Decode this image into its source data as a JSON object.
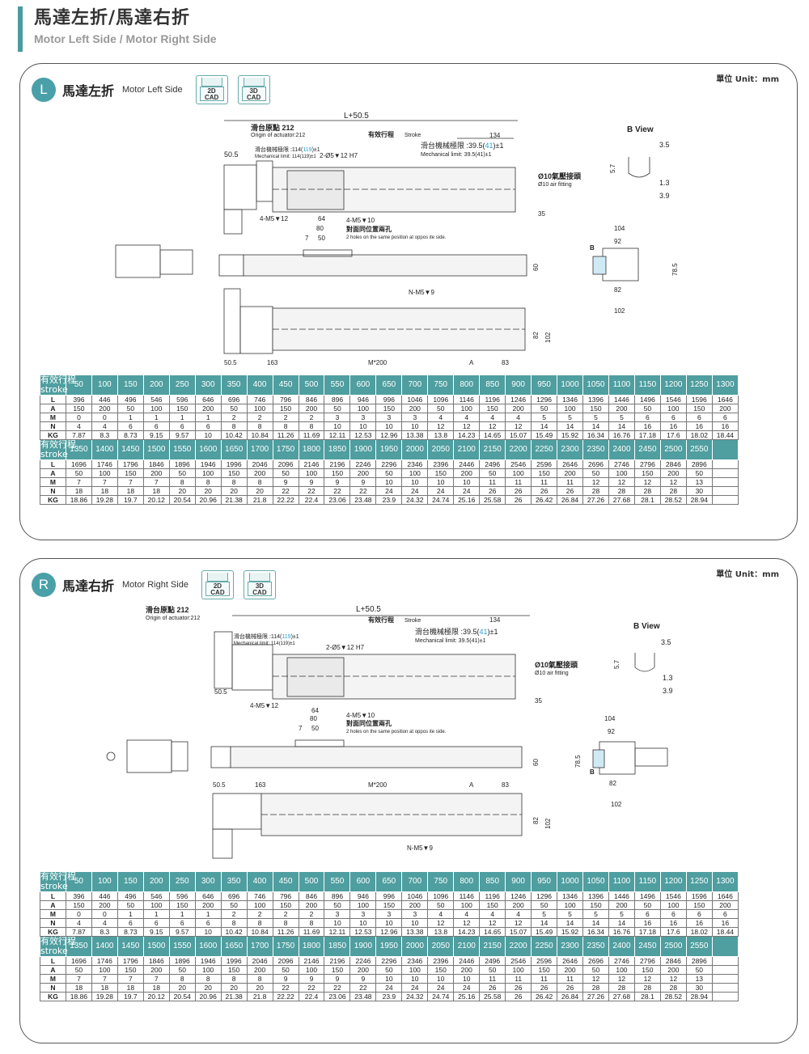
{
  "header": {
    "title_zh": "馬達左折/馬達右折",
    "title_en": "Motor Left Side / Motor Right Side"
  },
  "unit_label": "單位 Unit：mm",
  "cad": {
    "d2_top": "2D",
    "d2_bot": "CAD",
    "d3_top": "3D",
    "d3_bot": "CAD"
  },
  "left": {
    "badge": "L",
    "title_zh": "馬達左折",
    "title_en": "Motor Left Side",
    "labels": {
      "l50": "L+50.5",
      "origin_zh": "滑台原點 212",
      "origin_en": "Origin of actuator:212",
      "stroke_zh": "有效行程",
      "stroke_en": "Stroke",
      "mech_l_zh": "滑台機械極限 :114(",
      "mech_l_hl": "119",
      "mech_l_end": ")±1",
      "mech_l_en": "Mechanical limit: 114(119)±1",
      "mech_r_zh": "滑台機械極限 :39.5(",
      "mech_r_hl": "41",
      "mech_r_end": ")±1",
      "mech_r_en": "Mechanical limit: 39.5(41)±1",
      "d134": "134",
      "d505": "50.5",
      "pin": "2-Ø5▼12 H7",
      "air_zh": "Ø10氣壓接頭",
      "air_en": "Ø10 air fitting",
      "d35": "35",
      "m5_12": "4-M5▼12",
      "d64": "64",
      "d80": "80",
      "d7": "7",
      "d50": "50",
      "m5_10": "4-M5▼10",
      "holes_zh": "對面同位置兩孔",
      "holes_en": "2 holes on the same position at oppos ite side.",
      "d60": "60",
      "nm5": "N-M5▼9",
      "d82": "82",
      "d102": "102",
      "d163": "163",
      "m200": "M*200",
      "da": "A",
      "d83": "83",
      "bview": "B View",
      "d35b": "3.5",
      "d57": "5.7",
      "d13": "1.3",
      "d39": "3.9",
      "d104": "104",
      "d92": "92",
      "d785": "78.5",
      "d82b": "82",
      "d102b": "102",
      "b": "B"
    }
  },
  "right": {
    "badge": "R",
    "title_zh": "馬達右折",
    "title_en": "Motor Right Side"
  },
  "table": {
    "stroke_zh": "有效行程",
    "stroke_en": "stroke",
    "row_labels": [
      "L",
      "A",
      "M",
      "N",
      "KG"
    ],
    "part1": {
      "strokes": [
        "50",
        "100",
        "150",
        "200",
        "250",
        "300",
        "350",
        "400",
        "450",
        "500",
        "550",
        "600",
        "650",
        "700",
        "750",
        "800",
        "850",
        "900",
        "950",
        "1000",
        "1050",
        "1100",
        "1150",
        "1200",
        "1250",
        "1300"
      ],
      "L": [
        "396",
        "446",
        "496",
        "546",
        "596",
        "646",
        "696",
        "746",
        "796",
        "846",
        "896",
        "946",
        "996",
        "1046",
        "1096",
        "1146",
        "1196",
        "1246",
        "1296",
        "1346",
        "1396",
        "1446",
        "1496",
        "1546",
        "1596",
        "1646"
      ],
      "A": [
        "150",
        "200",
        "50",
        "100",
        "150",
        "200",
        "50",
        "100",
        "150",
        "200",
        "50",
        "100",
        "150",
        "200",
        "50",
        "100",
        "150",
        "200",
        "50",
        "100",
        "150",
        "200",
        "50",
        "100",
        "150",
        "200"
      ],
      "M": [
        "0",
        "0",
        "1",
        "1",
        "1",
        "1",
        "2",
        "2",
        "2",
        "2",
        "3",
        "3",
        "3",
        "3",
        "4",
        "4",
        "4",
        "4",
        "5",
        "5",
        "5",
        "5",
        "6",
        "6",
        "6",
        "6"
      ],
      "N": [
        "4",
        "4",
        "6",
        "6",
        "6",
        "6",
        "8",
        "8",
        "8",
        "8",
        "10",
        "10",
        "10",
        "10",
        "12",
        "12",
        "12",
        "12",
        "14",
        "14",
        "14",
        "14",
        "16",
        "16",
        "16",
        "16"
      ],
      "KG": [
        "7.87",
        "8.3",
        "8.73",
        "9.15",
        "9.57",
        "10",
        "10.42",
        "10.84",
        "11.26",
        "11.69",
        "12.11",
        "12.53",
        "12.96",
        "13.38",
        "13.8",
        "14.23",
        "14.65",
        "15.07",
        "15.49",
        "15.92",
        "16.34",
        "16.76",
        "17.18",
        "17.6",
        "18.02",
        "18.44"
      ]
    },
    "part2": {
      "strokes": [
        "1350",
        "1400",
        "1450",
        "1500",
        "1550",
        "1600",
        "1650",
        "1700",
        "1750",
        "1800",
        "1850",
        "1900",
        "1950",
        "2000",
        "2050",
        "2100",
        "2150",
        "2200",
        "2250",
        "2300",
        "2350",
        "2400",
        "2450",
        "2500",
        "2550"
      ],
      "L": [
        "1696",
        "1746",
        "1796",
        "1846",
        "1896",
        "1946",
        "1996",
        "2046",
        "2096",
        "2146",
        "2196",
        "2246",
        "2296",
        "2346",
        "2396",
        "2446",
        "2496",
        "2546",
        "2596",
        "2646",
        "2696",
        "2746",
        "2796",
        "2846",
        "2896"
      ],
      "A": [
        "50",
        "100",
        "150",
        "200",
        "50",
        "100",
        "150",
        "200",
        "50",
        "100",
        "150",
        "200",
        "50",
        "100",
        "150",
        "200",
        "50",
        "100",
        "150",
        "200",
        "50",
        "100",
        "150",
        "200",
        "50"
      ],
      "M": [
        "7",
        "7",
        "7",
        "7",
        "8",
        "8",
        "8",
        "8",
        "9",
        "9",
        "9",
        "9",
        "10",
        "10",
        "10",
        "10",
        "11",
        "11",
        "11",
        "11",
        "12",
        "12",
        "12",
        "12",
        "13"
      ],
      "N": [
        "18",
        "18",
        "18",
        "18",
        "20",
        "20",
        "20",
        "20",
        "22",
        "22",
        "22",
        "22",
        "24",
        "24",
        "24",
        "24",
        "26",
        "26",
        "26",
        "26",
        "28",
        "28",
        "28",
        "28",
        "30"
      ],
      "KG": [
        "18.86",
        "19.28",
        "19.7",
        "20.12",
        "20.54",
        "20.96",
        "21.38",
        "21.8",
        "22.22",
        "22.4",
        "23.06",
        "23.48",
        "23.9",
        "24.32",
        "24.74",
        "25.16",
        "25.58",
        "26",
        "26.42",
        "26.84",
        "27.26",
        "27.68",
        "28.1",
        "28.52",
        "28.94"
      ]
    }
  }
}
